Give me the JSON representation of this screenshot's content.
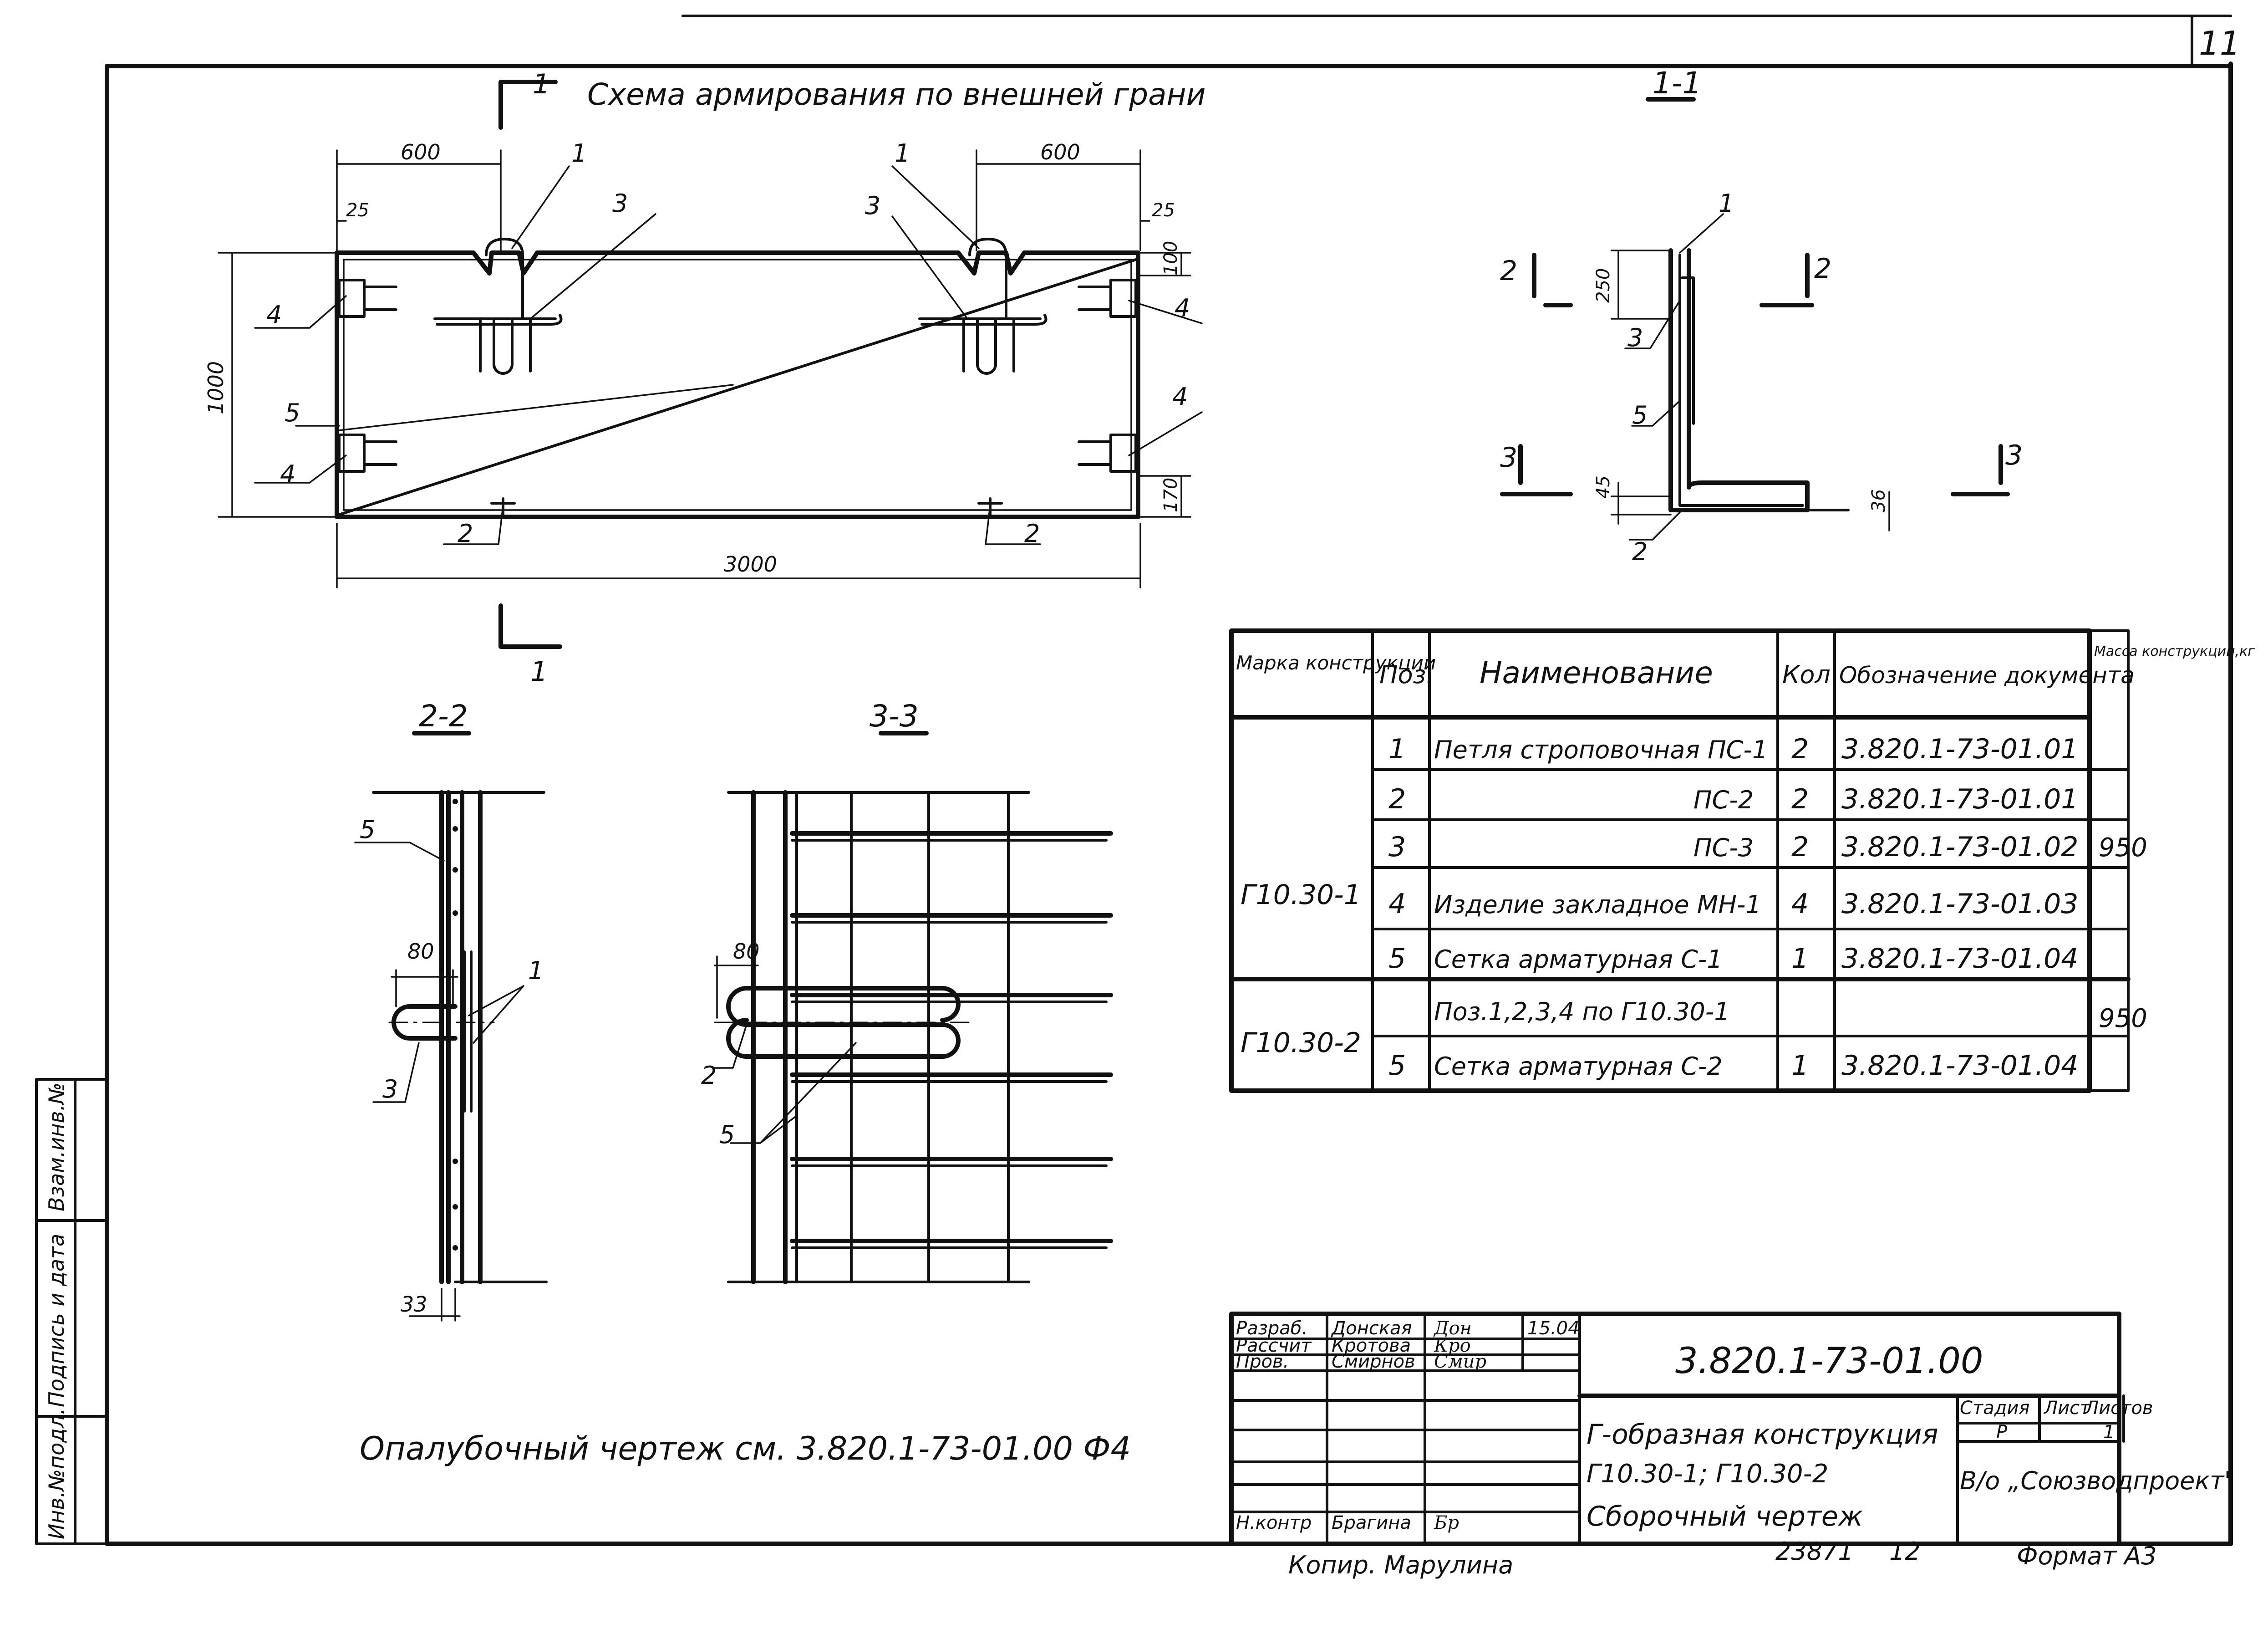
{
  "sheet": {
    "sheet_number": "11",
    "copied_by": "Копир. Марулина",
    "format": "Формат А3",
    "inventory": "23871",
    "inventory_page": "12"
  },
  "left_stamp": {
    "box1": "Взам.инв.№",
    "box2": "Подпись и дата",
    "box3": "Инв.№подл."
  },
  "view_main": {
    "section_mark": "1",
    "title": "Схема армирования по внешней грани",
    "dims": {
      "left_600": "600",
      "right_600": "600",
      "left_25": "25",
      "right_25": "25",
      "height_1000": "1000",
      "width_3000": "3000",
      "top_100": "100",
      "bottom_170": "170"
    },
    "callouts": {
      "p1_left": "1",
      "p1_right": "1",
      "p3_left": "3",
      "p3_right": "3",
      "p4_ul": "4",
      "p4_ur": "4",
      "p4_ll": "4",
      "p4_lr": "4",
      "p5": "5",
      "p2_left": "2",
      "p2_right": "2"
    }
  },
  "section_11": {
    "title": "1-1",
    "dims": {
      "d250": "250",
      "d45": "45",
      "d36": "36"
    },
    "marks": {
      "s2_left": "2",
      "s2_right": "2",
      "s3_left": "3",
      "s3_right": "3"
    },
    "callouts": {
      "p1": "1",
      "p3": "3",
      "p5": "5",
      "p2": "2"
    }
  },
  "section_22": {
    "title": "2-2",
    "dims": {
      "d80": "80",
      "d33": "33"
    },
    "callouts": {
      "p5": "5",
      "p1": "1",
      "p3": "3"
    }
  },
  "section_33": {
    "title": "3-3",
    "dims": {
      "d80": "80"
    },
    "callouts": {
      "p2": "2",
      "p5": "5"
    }
  },
  "spec": {
    "headers": {
      "mark": "Марка конструкции",
      "pos": "Поз.",
      "name": "Наименование",
      "qty": "Кол",
      "doc": "Обозначение документа",
      "mass": "Масса конструкции,кг"
    },
    "group1": {
      "mark": "Г10.30-1",
      "mass": "950",
      "rows": [
        {
          "pos": "1",
          "name": "Петля строповочная ПС-1",
          "qty": "2",
          "doc": "3.820.1-73-01.01"
        },
        {
          "pos": "2",
          "name": "ПС-2",
          "qty": "2",
          "doc": "3.820.1-73-01.01"
        },
        {
          "pos": "3",
          "name": "ПС-3",
          "qty": "2",
          "doc": "3.820.1-73-01.02"
        },
        {
          "pos": "4",
          "name": "Изделие закладное МН-1",
          "qty": "4",
          "doc": "3.820.1-73-01.03"
        },
        {
          "pos": "5",
          "name": "Сетка арматурная С-1",
          "qty": "1",
          "doc": "3.820.1-73-01.04"
        }
      ]
    },
    "group2": {
      "mark": "Г10.30-2",
      "mass": "950",
      "rows": [
        {
          "pos": "",
          "name": "Поз.1,2,3,4 по Г10.30-1",
          "qty": "",
          "doc": ""
        },
        {
          "pos": "5",
          "name": "Сетка арматурная С-2",
          "qty": "1",
          "doc": "3.820.1-73-01.04"
        }
      ]
    }
  },
  "formwork_note": "Опалубочный чертеж см. 3.820.1-73-01.00 Ф4",
  "title_block": {
    "doc_code": "3.820.1-73-01.00",
    "roles": [
      {
        "role": "Разраб.",
        "name": "Донская",
        "sign": "Дон",
        "date": "15.04"
      },
      {
        "role": "Рассчит",
        "name": "Кротова",
        "sign": "Кро",
        "date": ""
      },
      {
        "role": "Пров.",
        "name": "Смирнов",
        "sign": "Смир",
        "date": ""
      },
      {
        "role": "Н.контр",
        "name": "Брагина",
        "sign": "Бр",
        "date": ""
      }
    ],
    "description": [
      "Г-образная конструкция",
      "Г10.30-1; Г10.30-2",
      "Сборочный чертеж"
    ],
    "stage_label": "Стадия",
    "sheet_label": "Лист",
    "sheets_label": "Листов",
    "stage": "Р",
    "sheet": "",
    "sheets": "1",
    "org": "В/о „Союзводпроект\""
  }
}
